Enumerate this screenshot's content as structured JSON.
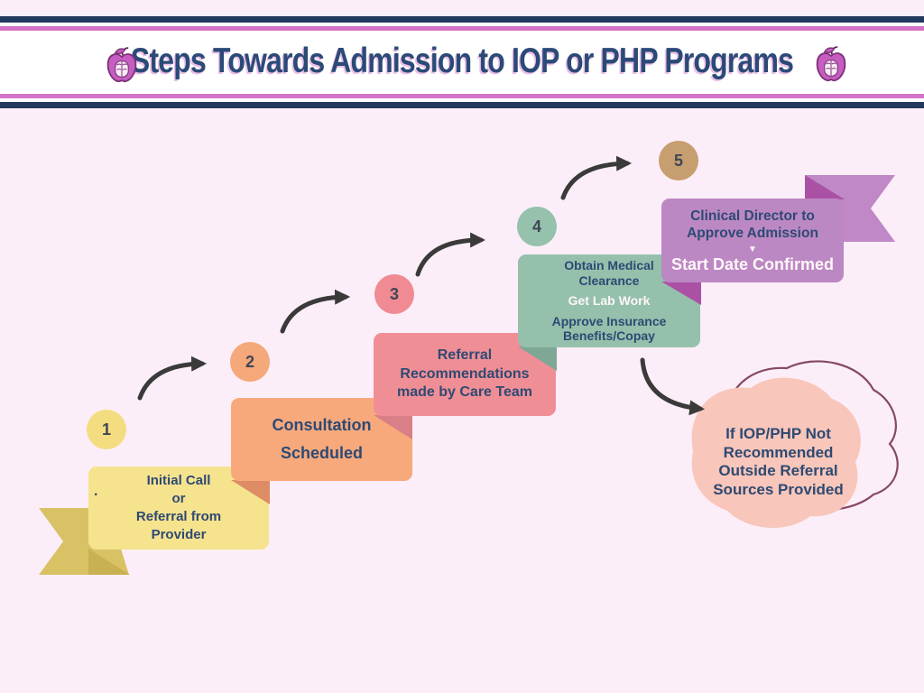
{
  "palette": {
    "background": "#fceef8",
    "header_band": "#ffffff",
    "header_navy_line": "#24395e",
    "header_pink_line": "#d573c8",
    "title_text": "#2b4a78",
    "body_text_navy": "#2e4a73",
    "highlight_text_white": "#fdf6f8",
    "arrow": "#3a3a3a",
    "step1_fill": "#f6e38d",
    "step1_ribbon": "#d9c266",
    "step2_fill": "#f7a97c",
    "step3_fill": "#f08e96",
    "step4_fill": "#95c0ac",
    "step5_fill": "#bc88c3",
    "step5_ribbon": "#c088c7",
    "step5_accent": "#ab51a5",
    "circle5_fill": "#c79e70",
    "blob_fill": "#f8c6ba",
    "blob_outline": "#854a63"
  },
  "header": {
    "title": "Steps Towards Admission to IOP or PHP Programs",
    "left_icon": "apple-brain-icon",
    "right_icon": "apple-brain-icon"
  },
  "steps": [
    {
      "number": "1",
      "stray_dot": ".",
      "lines": [
        "Initial Call",
        "or",
        "Referral from",
        "Provider"
      ]
    },
    {
      "number": "2",
      "lines": [
        "Consultation",
        "Scheduled"
      ]
    },
    {
      "number": "3",
      "lines": [
        "Referral",
        "Recommendations",
        "made by Care Team"
      ]
    },
    {
      "number": "4",
      "lines_primary": [
        "Obtain Medical",
        "Clearance"
      ],
      "line_highlight": "Get Lab Work",
      "lines_secondary": [
        "Approve Insurance",
        "Benefits/Copay"
      ]
    },
    {
      "number": "5",
      "lines_primary": [
        "Clinical Director to",
        "Approve Admission"
      ],
      "divider_glyph": "▼",
      "line_highlight": "Start Date Confirmed"
    }
  ],
  "fallback_note": {
    "lines": [
      "If IOP/PHP Not",
      "Recommended",
      "Outside Referral",
      "Sources Provided"
    ]
  }
}
